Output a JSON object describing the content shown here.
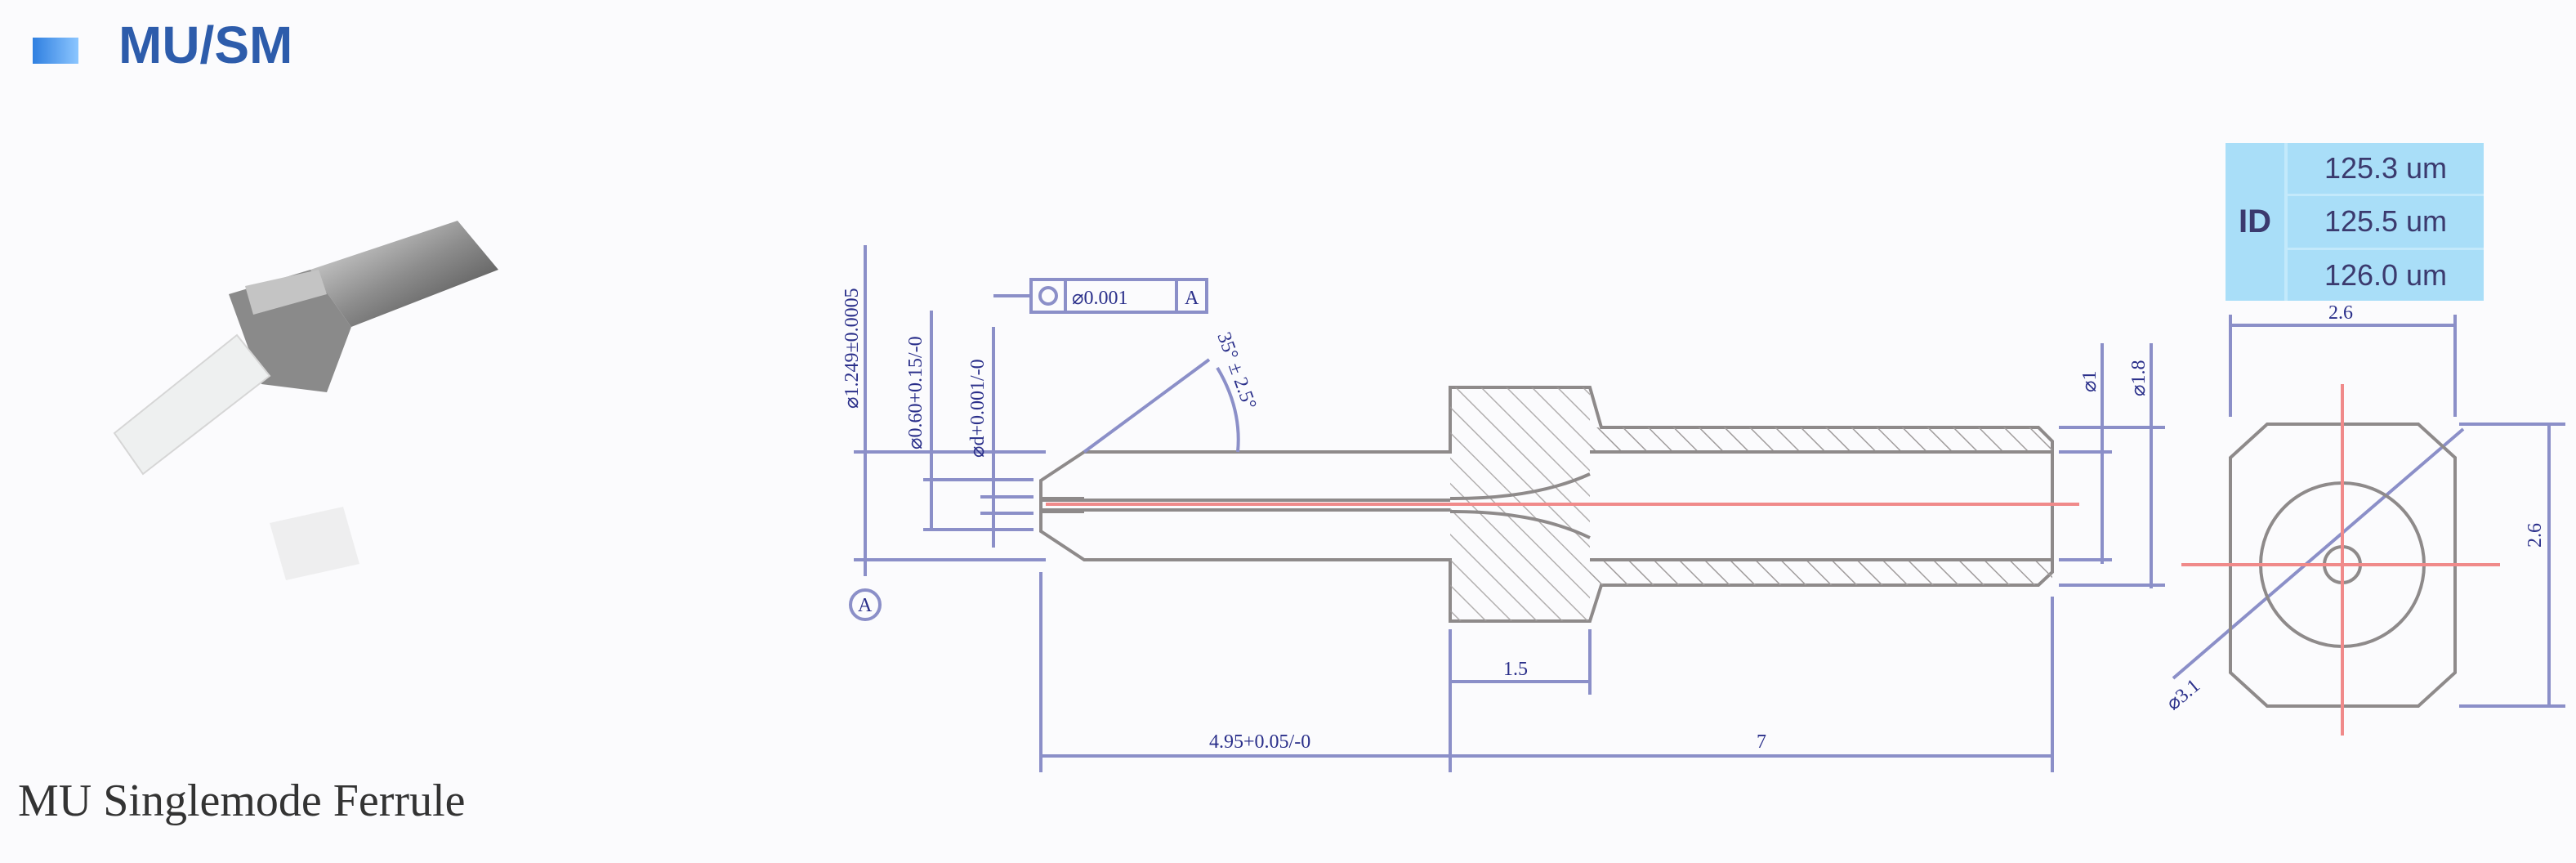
{
  "header": {
    "title": "MU/SM"
  },
  "caption": "MU Singlemode Ferrule",
  "drawing": {
    "dia_outer": "⌀1.249±0.0005",
    "dia_060": "⌀0.60+0.15/-0",
    "dia_d": "⌀d+0.001/-0",
    "gdt_tol": "⌀0.001",
    "gdt_datum": "A",
    "datum_label": "A",
    "angle": "35° ± 2.5°",
    "dia_1": "⌀1",
    "dia_18": "⌀1.8",
    "len_15": "1.5",
    "len_495": "4.95+0.05/-0",
    "len_7": "7",
    "end_w": "2.6",
    "end_h": "2.6",
    "end_diag": "⌀3.1"
  },
  "id_table": {
    "label": "ID",
    "values": [
      "125.3 um",
      "125.5 um",
      "126.0 um"
    ]
  },
  "colors": {
    "title": "#2d5cab",
    "dimension": "#8b8fc8",
    "centerline": "#f08a8a",
    "table_bg": "#a9def8"
  }
}
